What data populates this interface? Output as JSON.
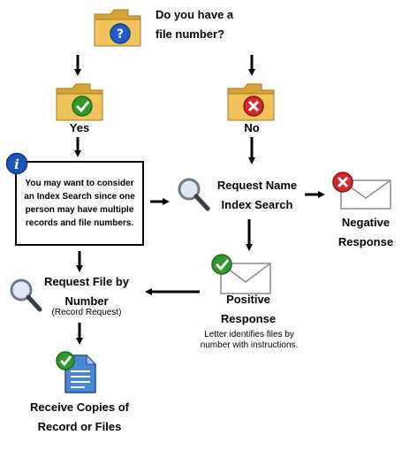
{
  "question": {
    "line1": "Do you have a",
    "line2": "file number?"
  },
  "branches": {
    "yes_label": "Yes",
    "no_label": "No"
  },
  "info_note": "You may want to consider an Index Search since one person may have multiple records and file numbers.",
  "request_name": {
    "line1": "Request Name",
    "line2": "Index Search"
  },
  "negative": {
    "line1": "Negative",
    "line2": "Response"
  },
  "positive": {
    "line1": "Positive",
    "line2": "Response",
    "note_line1": "Letter identifies files by",
    "note_line2": "number with instructions."
  },
  "request_file": {
    "line1": "Request File by",
    "line2": "Number",
    "sub": "(Record Request)"
  },
  "receive": {
    "line1": "Receive Copies of",
    "line2": "Record or Files"
  },
  "icons": {
    "folder": "folder-icon",
    "question": "question-icon",
    "check": "check-icon",
    "cross": "x-icon",
    "info": "info-icon",
    "magnifier": "magnifier-icon",
    "envelope": "envelope-icon",
    "document": "document-icon"
  },
  "colors": {
    "folder": "#e8b84a",
    "question_blue": "#1f5fc7",
    "check_green": "#2f9a2a",
    "cross_red": "#d42a2a",
    "info_blue": "#1a56b8"
  }
}
